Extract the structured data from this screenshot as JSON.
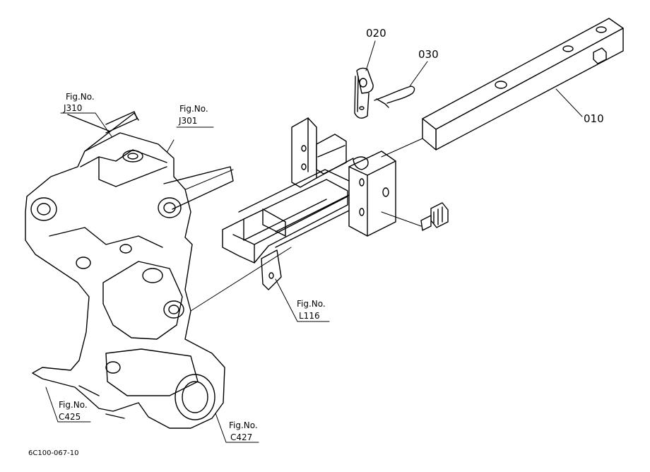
{
  "part_labels": {
    "p010": "010",
    "p020": "020",
    "p030": "030"
  },
  "figure_refs": {
    "j310": {
      "prefix": "Fig.No.",
      "ref": "J310"
    },
    "j301": {
      "prefix": "Fig.No.",
      "ref": "J301"
    },
    "l116": {
      "prefix": "Fig.No.",
      "ref": "L116"
    },
    "c425": {
      "prefix": "Fig.No.",
      "ref": "C425"
    },
    "c427": {
      "prefix": "Fig.No.",
      "ref": "C427"
    }
  },
  "drawing_code": "6C100-067-10",
  "line_color": "#000000",
  "background": "#ffffff"
}
